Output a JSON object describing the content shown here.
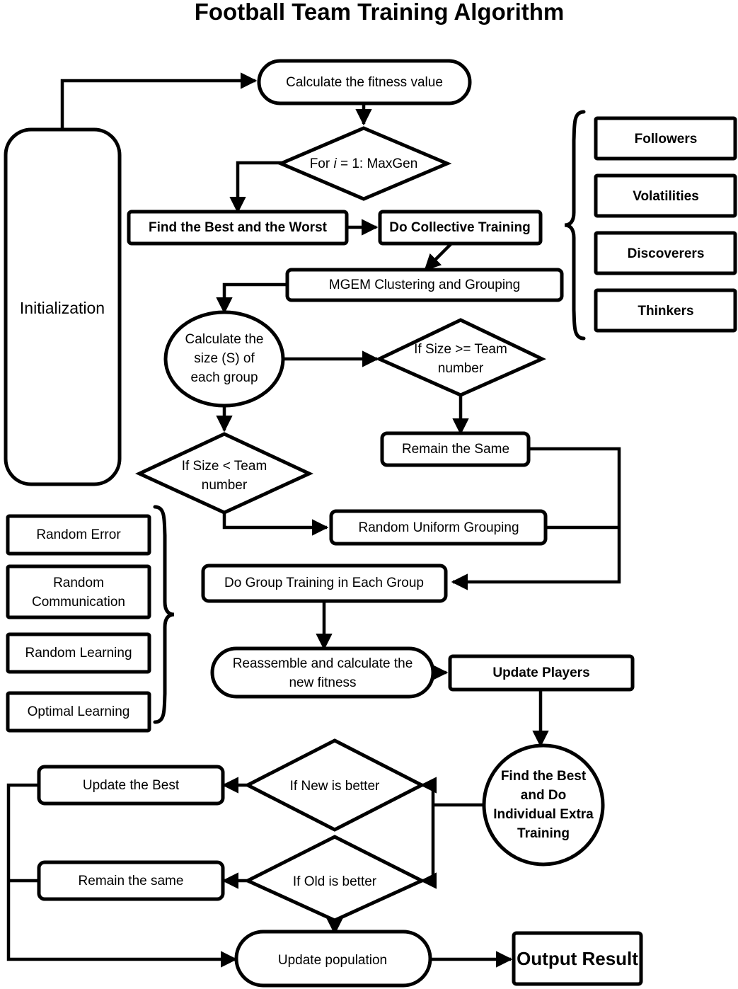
{
  "title": "Football Team Training Algorithm",
  "diagram": {
    "type": "flowchart",
    "nodes": [
      {
        "id": "calculate-fitness",
        "label": "Calculate the fitness value",
        "shape": "rounded-rectangle"
      },
      {
        "id": "for-loop",
        "label_pre": "For ",
        "label_italic": "i",
        "label_post": " = 1: MaxGen",
        "label": "For i = 1: MaxGen",
        "shape": "diamond"
      },
      {
        "id": "initialization",
        "label": "Initialization",
        "shape": "rounded-rectangle"
      },
      {
        "id": "find-best-worst",
        "label": "Find the Best and the Worst",
        "shape": "rectangle"
      },
      {
        "id": "do-collective-training",
        "label": "Do Collective Training",
        "shape": "rectangle"
      },
      {
        "id": "mgem-clustering",
        "label": "MGEM Clustering and Grouping",
        "shape": "rounded-rectangle"
      },
      {
        "id": "calculate-size",
        "label_lines": [
          "Calculate the",
          "size (S) of",
          "each group"
        ],
        "label": "Calculate the size (S) of each group",
        "shape": "circle"
      },
      {
        "id": "if-size-ge",
        "label_lines": [
          "If Size >= Team",
          "number"
        ],
        "label": "If Size >= Team number",
        "shape": "diamond"
      },
      {
        "id": "if-size-lt",
        "label_lines": [
          "If Size < Team",
          "number"
        ],
        "label": "If Size < Team number",
        "shape": "diamond"
      },
      {
        "id": "remain-the-same-upper",
        "label": "Remain the Same",
        "shape": "rounded-rectangle"
      },
      {
        "id": "random-uniform-grouping",
        "label": "Random Uniform Grouping",
        "shape": "rounded-rectangle"
      },
      {
        "id": "do-group-training",
        "label": "Do Group Training in Each Group",
        "shape": "rounded-rectangle"
      },
      {
        "id": "reassemble",
        "label_lines": [
          "Reassemble and calculate the",
          "new fitness"
        ],
        "label": "Reassemble and calculate the new fitness",
        "shape": "stadium"
      },
      {
        "id": "update-players",
        "label": "Update Players",
        "shape": "rectangle"
      },
      {
        "id": "find-best-extra-training",
        "label_lines": [
          "Find the Best",
          "and Do",
          "Individual Extra",
          "Training"
        ],
        "label": "Find the Best and Do Individual Extra Training",
        "shape": "circle"
      },
      {
        "id": "if-new-better",
        "label": "If New is better",
        "shape": "diamond"
      },
      {
        "id": "if-old-better",
        "label": "If Old is better",
        "shape": "diamond"
      },
      {
        "id": "update-the-best",
        "label": "Update the Best",
        "shape": "rounded-rectangle"
      },
      {
        "id": "remain-the-same-lower",
        "label": "Remain the same",
        "shape": "rounded-rectangle"
      },
      {
        "id": "update-population",
        "label": "Update population",
        "shape": "stadium"
      },
      {
        "id": "output-result",
        "label": "Output Result",
        "shape": "rectangle"
      }
    ],
    "collective_training_group": {
      "brace": "right-curly-brace",
      "items": [
        {
          "id": "followers",
          "label": "Followers"
        },
        {
          "id": "volatilities",
          "label": "Volatilities"
        },
        {
          "id": "discoverers",
          "label": "Discoverers"
        },
        {
          "id": "thinkers",
          "label": "Thinkers"
        }
      ]
    },
    "group_training_group": {
      "brace": "right-curly-brace",
      "items": [
        {
          "id": "random-error",
          "label": "Random Error"
        },
        {
          "id": "random-communication",
          "label_lines": [
            "Random",
            "Communication"
          ],
          "label": "Random Communication"
        },
        {
          "id": "random-learning",
          "label": "Random Learning"
        },
        {
          "id": "optimal-learning",
          "label": "Optimal Learning"
        }
      ]
    },
    "colors": {
      "stroke": "#000000",
      "fill": "#ffffff",
      "text": "#000000"
    }
  }
}
